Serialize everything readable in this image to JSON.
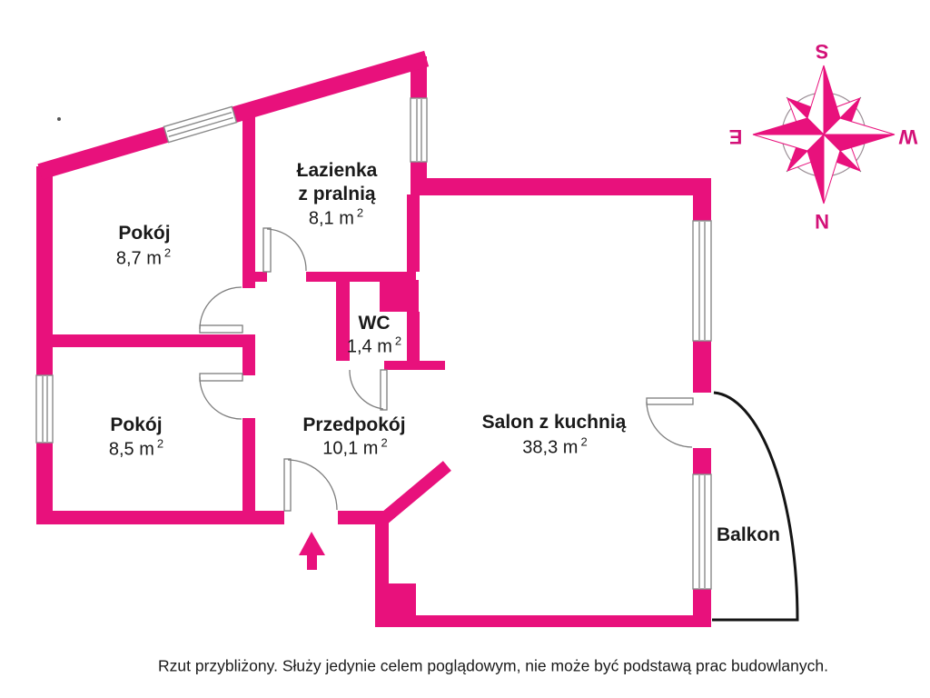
{
  "plan": {
    "rooms": {
      "pokoj1": {
        "name": "Pokój",
        "area": "8,7 m",
        "area_sup": "2"
      },
      "lazienka": {
        "name_line1": "Łazienka",
        "name_line2": "z pralnią",
        "area": "8,1 m",
        "area_sup": "2"
      },
      "wc": {
        "name": "WC",
        "area": "1,4 m",
        "area_sup": "2"
      },
      "pokoj2": {
        "name": "Pokój",
        "area": "8,5 m",
        "area_sup": "2"
      },
      "przedpokoj": {
        "name": "Przedpokój",
        "area": "10,1 m",
        "area_sup": "2"
      },
      "salon": {
        "name": "Salon z kuchnią",
        "area": "38,3 m",
        "area_sup": "2"
      },
      "balkon": {
        "name": "Balkon"
      }
    },
    "compass": {
      "south": "S",
      "west": "W",
      "north": "N",
      "east": "E"
    },
    "footer": {
      "disclaimer": "Rzut przybliżony. Służy jedynie celem poglądowym, nie może być podstawą prac budowlanych."
    },
    "colors": {
      "wall": "#e8117c",
      "door_line": "#7d7d7d",
      "balcony_line": "#141414",
      "text": "#1a1a1a"
    }
  }
}
